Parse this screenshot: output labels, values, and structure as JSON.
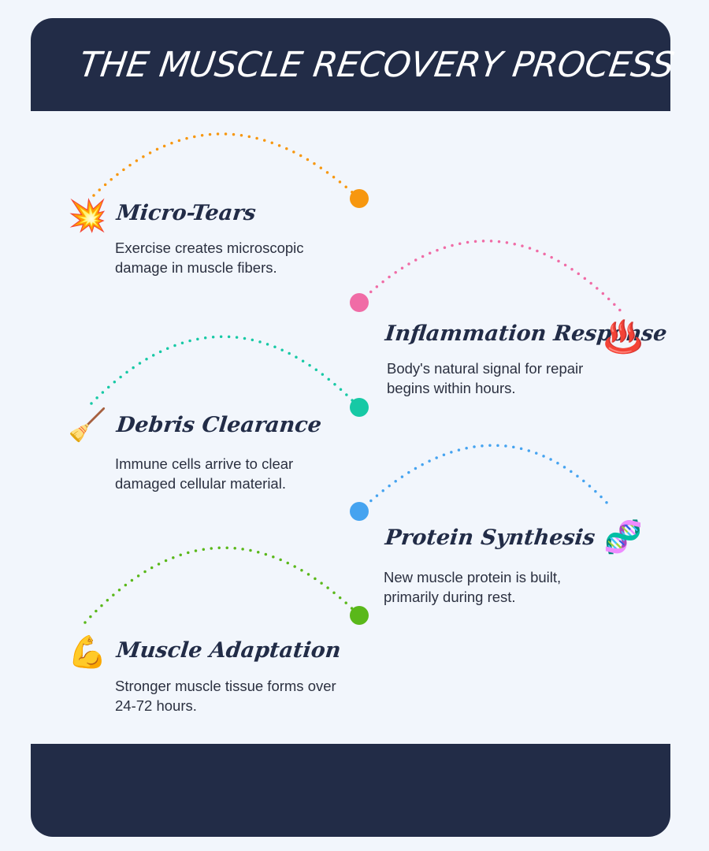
{
  "title": "THE MUSCLE RECOVERY PROCESS",
  "steps": [
    {
      "title": "Micro-Tears",
      "description": "Exercise creates microscopic damage in muscle fibers.",
      "icon": "collision-icon",
      "emoji": "💥",
      "color": "#f7970f"
    },
    {
      "title": "Inflammation Response",
      "description": "Body's natural signal for repair begins within hours.",
      "icon": "hot-springs-icon",
      "emoji": "♨️",
      "color": "#f06ca6"
    },
    {
      "title": "Debris Clearance",
      "description": "Immune cells arrive to clear damaged cellular material.",
      "icon": "broom-icon",
      "emoji": "🧹",
      "color": "#17c9a5"
    },
    {
      "title": "Protein Synthesis",
      "description": "New muscle protein is built, primarily during rest.",
      "icon": "dna-icon",
      "emoji": "🧬",
      "color": "#45a3f0"
    },
    {
      "title": "Muscle Adaptation",
      "description": "Stronger muscle tissue forms over 24-72 hours.",
      "icon": "flexed-biceps-icon",
      "emoji": "💪",
      "color": "#5ab81a"
    }
  ]
}
